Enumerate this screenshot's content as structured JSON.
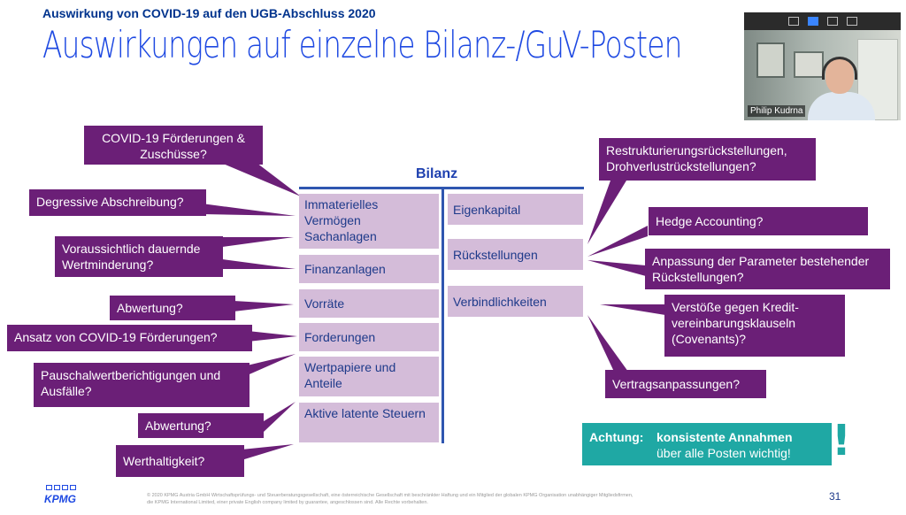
{
  "header": {
    "subtitle": "Auswirkung von COVID-19 auf den UGB-Abschluss 2020",
    "title": "Auswirkungen auf einzelne Bilanz-/GuV-Posten"
  },
  "video": {
    "participant_name": "Philip Kudrna"
  },
  "bilanz": {
    "header": "Bilanz",
    "aktiva": [
      "Immaterielles Vermögen Sachanlagen",
      "Finanzanlagen",
      "Vorräte",
      "Forderungen",
      "Wertpapiere und Anteile",
      "Aktive latente Steuern"
    ],
    "passiva": [
      "Eigenkapital",
      "Rückstellungen",
      "Verbindlichkeiten"
    ]
  },
  "callouts_left": [
    "COVID-19 Förderungen & Zuschüsse?",
    "Degressive Abschreibung?",
    "Voraussichtlich dauernde Wertminderung?",
    "Abwertung?",
    "Ansatz von COVID-19 Förderungen?",
    "Pauschalwertberichtigungen und Ausfälle?",
    "Abwertung?",
    "Werthaltigkeit?"
  ],
  "callouts_right": [
    "Restrukturierungsrückstellungen, Drohverlustrückstellungen?",
    "Hedge Accounting?",
    "Anpassung der Parameter bestehender Rückstellungen?",
    "Verstöße gegen Kredit-vereinbarungsklauseln (Covenants)?",
    "Vertragsanpassungen?"
  ],
  "notice": {
    "label": "Achtung:",
    "line1": "konsistente Annahmen",
    "line2": "über alle Posten wichtig!",
    "mark": "!"
  },
  "footer": {
    "legal_line1": "© 2020 KPMG Austria GmbH Wirtschaftsprüfungs- und Steuerberatungsgesellschaft, eine österreichische Gesellschaft mit beschränkter Haftung und ein Mitglied der globalen KPMG Organisation unabhängiger Mitgliedsfirmen,",
    "legal_line2": "die KPMG International Limited, einer private English company limited by guarantee, angeschlossen sind. Alle Rechte vorbehalten.",
    "logo": "KPMG",
    "page": "31"
  },
  "colors": {
    "callout": "#6b1f77",
    "cell": "#d4bcd9",
    "accent": "#1e49e2",
    "notice": "#1fa8a4"
  }
}
